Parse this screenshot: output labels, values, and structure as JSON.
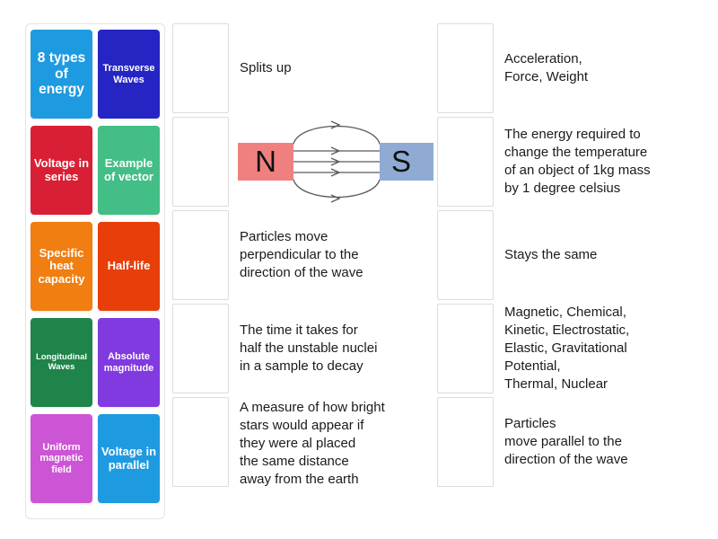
{
  "activity": {
    "type": "match-up",
    "tile_panel": {
      "tiles": [
        {
          "label": "8\ntypes\nof\nenergy",
          "color": "#1E9BE0",
          "size": "lg"
        },
        {
          "label": "Transverse\nWaves",
          "color": "#2525C4",
          "size": "sm"
        },
        {
          "label": "Voltage\nin\nseries",
          "color": "#D91F35",
          "size": "md"
        },
        {
          "label": "Example\nof\nvector",
          "color": "#43BE86",
          "size": "md"
        },
        {
          "label": "Specific\nheat\ncapacity",
          "color": "#F07E11",
          "size": "md"
        },
        {
          "label": "Half-life",
          "color": "#E83E0A",
          "size": "md"
        },
        {
          "label": "Longitudinal\nWaves",
          "color": "#1E8449",
          "size": "xs"
        },
        {
          "label": "Absolute\nmagnitude",
          "color": "#8139E0",
          "size": "sm"
        },
        {
          "label": "Uniform\nmagnetic\nfield",
          "color": "#CC55D5",
          "size": "sm"
        },
        {
          "label": "Voltage\nin\nparallel",
          "color": "#1E9BE0",
          "size": "md"
        }
      ]
    },
    "middle_column": {
      "rows": [
        {
          "kind": "text",
          "text": "Splits up"
        },
        {
          "kind": "magnet",
          "text": ""
        },
        {
          "kind": "text",
          "text": "Particles move\nperpendicular to the\ndirection of the wave"
        },
        {
          "kind": "text",
          "text": "The time it takes for\nhalf the unstable nuclei\nin a sample to decay"
        },
        {
          "kind": "text",
          "text": "A measure of how bright\nstars would appear if\nthey were al placed\nthe same distance\naway from the earth"
        }
      ]
    },
    "right_column": {
      "rows": [
        {
          "kind": "text",
          "text": "Acceleration,\nForce, Weight"
        },
        {
          "kind": "text",
          "text": "The energy required to\nchange the temperature\nof an object of 1kg mass\nby 1 degree celsius"
        },
        {
          "kind": "text",
          "text": "Stays the same"
        },
        {
          "kind": "text",
          "text": "Magnetic, Chemical,\nKinetic, Electrostatic,\nElastic, Gravitational\nPotential,\nThermal, Nuclear"
        },
        {
          "kind": "text",
          "text": "Particles\nmove parallel to the\ndirection of the wave"
        }
      ]
    },
    "magnet_figure": {
      "north_label": "N",
      "south_label": "S",
      "north_color": "#F08080",
      "south_color": "#8FABD4",
      "field_line_color": "#5a5a5a"
    }
  }
}
